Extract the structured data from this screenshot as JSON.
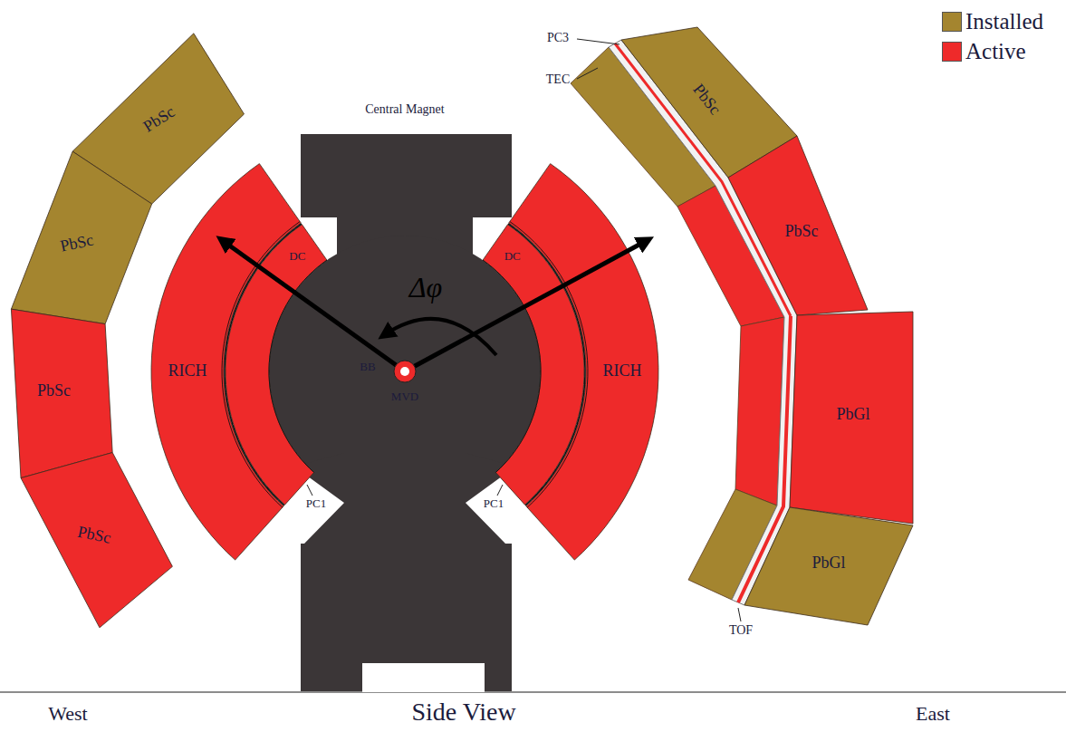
{
  "diagram": {
    "nodes": [
      {
        "text": [
          "Central Magnet"
        ]
      },
      {
        "text": [
          "PbSc"
        ]
      },
      {
        "text": [
          "PbSc"
        ]
      },
      {
        "text": [
          "PbSc"
        ]
      },
      {
        "text": [
          "PbSc"
        ]
      },
      {
        "text": [
          "RICH"
        ]
      },
      {
        "text": [
          "DC"
        ]
      },
      {
        "text": [
          "DC"
        ]
      },
      {
        "text": [
          "RICH"
        ]
      },
      {
        "text": [
          "PbSc"
        ]
      },
      {
        "text": [
          "PbSc"
        ]
      },
      {
        "text": [
          "PbGl"
        ]
      },
      {
        "text": [
          "PbGl"
        ]
      }
    ],
    "labels": [
      "PC3",
      "TEC",
      "PC1",
      "PC1",
      "TOF",
      "BB",
      "MVD",
      "Δφ",
      "West",
      "Side View",
      "East"
    ],
    "legend": [
      {
        "text": "Installed",
        "color": "#a4852f"
      },
      {
        "text": "Active",
        "color": "#ee2a2a"
      }
    ]
  }
}
